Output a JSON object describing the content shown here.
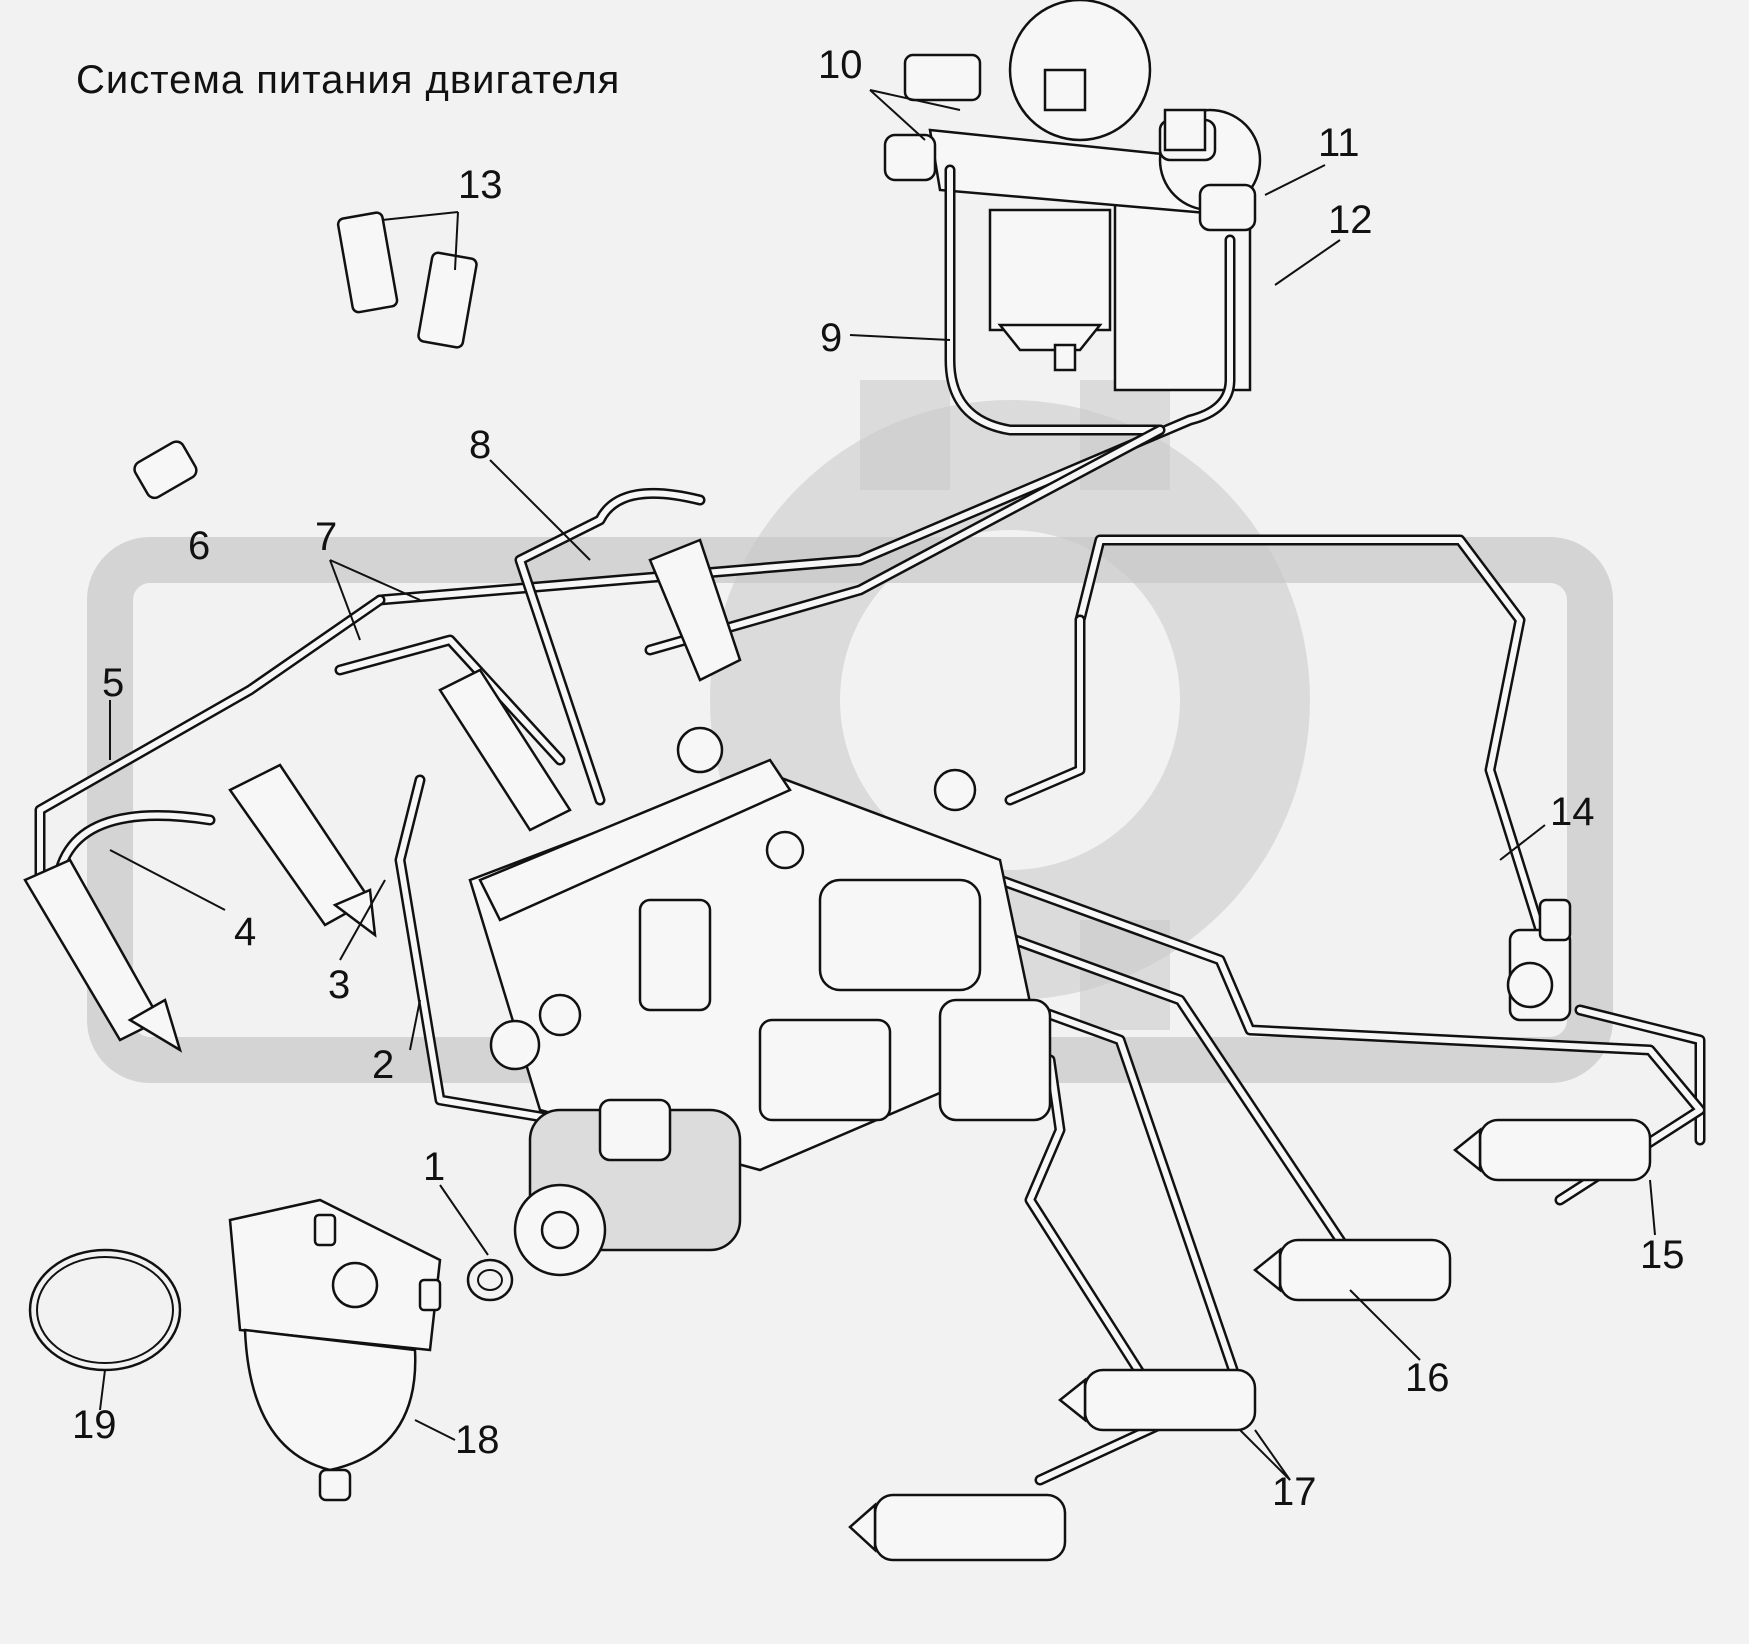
{
  "title": "Система питания двигателя",
  "callouts": [
    "1",
    "2",
    "3",
    "4",
    "5",
    "6",
    "7",
    "8",
    "9",
    "10",
    "11",
    "12",
    "13",
    "14",
    "15",
    "16",
    "17",
    "18",
    "19"
  ],
  "colors": {
    "background": "#f2f2f2",
    "watermark": "#c8c8c8",
    "line": "#111111"
  },
  "watermark_icon": "gear-watermark-icon"
}
